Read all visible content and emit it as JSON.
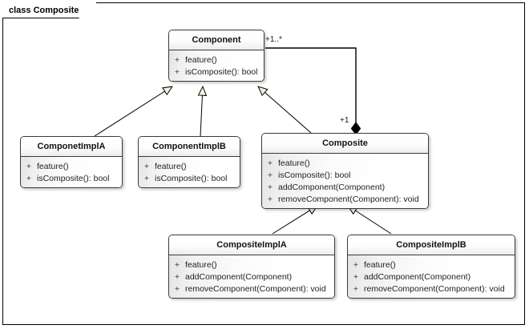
{
  "frame": {
    "label": "class Composite"
  },
  "classes": [
    {
      "id": "component",
      "name": "Component",
      "members": [
        {
          "visibility": "+",
          "signature": "feature()"
        },
        {
          "visibility": "+",
          "signature": "isComposite(): bool"
        }
      ]
    },
    {
      "id": "componetimpla",
      "name": "ComponetImplA",
      "members": [
        {
          "visibility": "+",
          "signature": "feature()"
        },
        {
          "visibility": "+",
          "signature": "isComposite(): bool"
        }
      ]
    },
    {
      "id": "componentimplb",
      "name": "ComponentImplB",
      "members": [
        {
          "visibility": "+",
          "signature": "feature()"
        },
        {
          "visibility": "+",
          "signature": "isComposite(): bool"
        }
      ]
    },
    {
      "id": "composite",
      "name": "Composite",
      "members": [
        {
          "visibility": "+",
          "signature": "feature()"
        },
        {
          "visibility": "+",
          "signature": "isComposite(): bool"
        },
        {
          "visibility": "+",
          "signature": "addComponent(Component)"
        },
        {
          "visibility": "+",
          "signature": "removeComponent(Component): void"
        }
      ]
    },
    {
      "id": "compositeimpla",
      "name": "CompositeImplA",
      "members": [
        {
          "visibility": "+",
          "signature": "feature()"
        },
        {
          "visibility": "+",
          "signature": "addComponent(Component)"
        },
        {
          "visibility": "+",
          "signature": "removeComponent(Component): void"
        }
      ]
    },
    {
      "id": "compositeimplb",
      "name": "CompositeImplB",
      "members": [
        {
          "visibility": "+",
          "signature": "feature()"
        },
        {
          "visibility": "+",
          "signature": "addComponent(Component)"
        },
        {
          "visibility": "+",
          "signature": "removeComponent(Component): void"
        }
      ]
    }
  ],
  "multiplicities": {
    "component_end": "+1..*",
    "composite_end": "+1"
  },
  "colors": {
    "line": "#000000",
    "class_border": "#3a3a3a",
    "arrowhead_fill": "#faf0e0",
    "text": "#111111"
  }
}
